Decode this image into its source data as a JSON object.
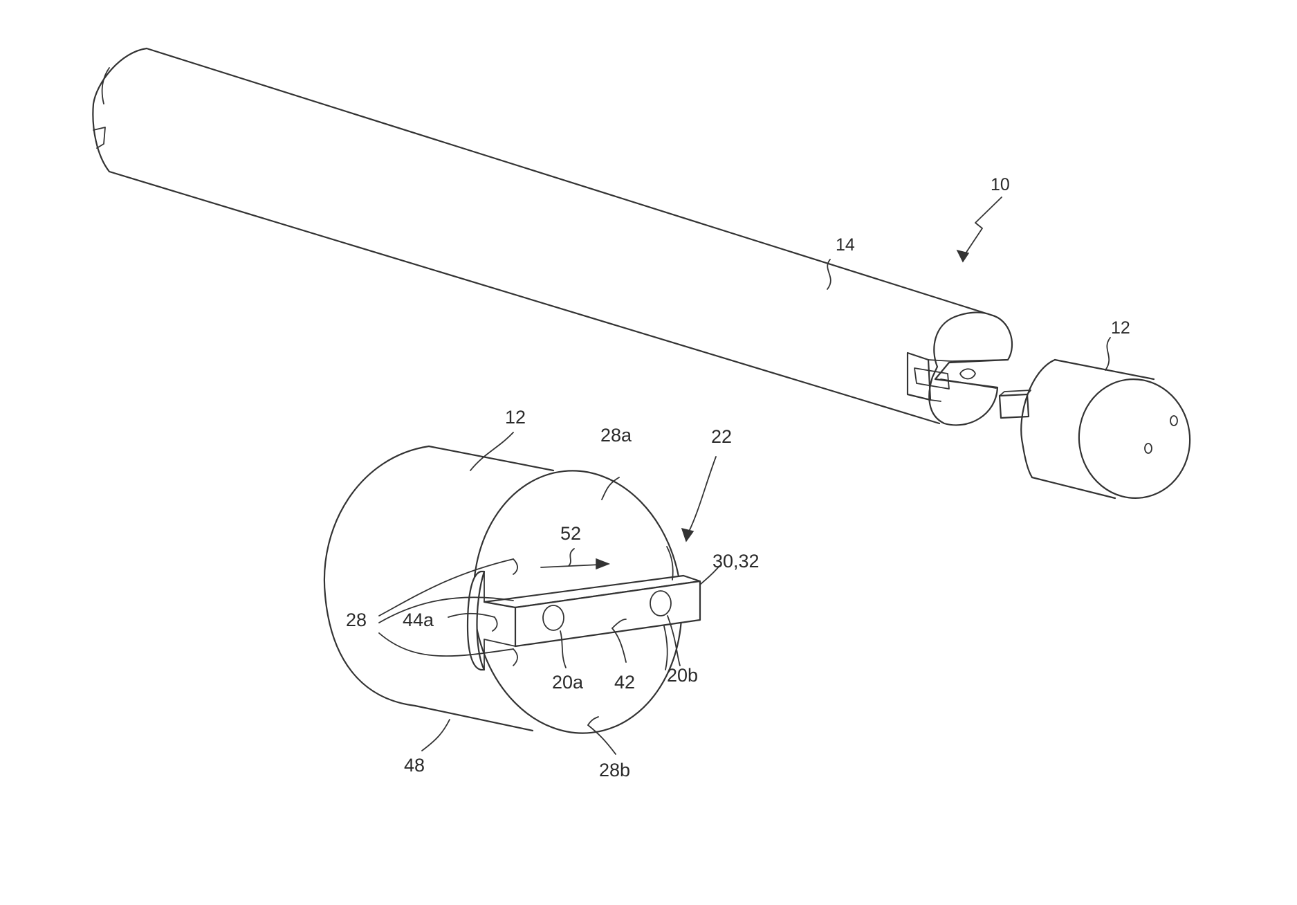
{
  "diagram": {
    "labels": {
      "assembly": "10",
      "tube": "14",
      "cap_top": "12",
      "cap_detail": "12",
      "face_upper": "28a",
      "connector": "22",
      "arrow_dir": "52",
      "tab": "30,32",
      "recess": "28",
      "flange": "44a",
      "contact_left": "20a",
      "tab_face": "42",
      "contact_right": "20b",
      "body": "48",
      "face_lower": "28b"
    }
  }
}
